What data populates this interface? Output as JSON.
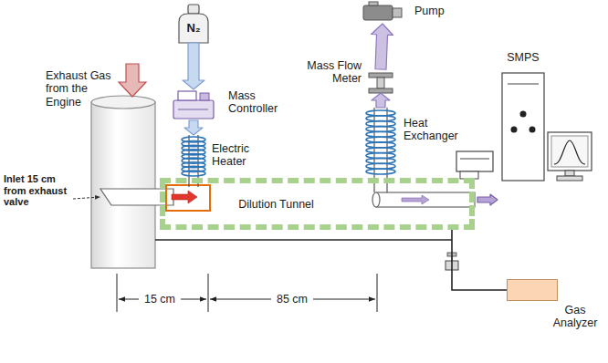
{
  "diagram": {
    "nodes": [
      {
        "text": [
          "N₂"
        ]
      },
      {
        "text": [
          "Mass Controller"
        ]
      },
      {
        "text": [
          "Electric Heater"
        ]
      },
      {
        "text": [
          "Pump"
        ]
      },
      {
        "text": [
          "Mass Flow Meter"
        ]
      },
      {
        "text": [
          "Heat Exchanger"
        ]
      },
      {
        "text": [
          "Dilution Tunnel"
        ]
      },
      {
        "text": [
          "SMPS"
        ]
      },
      {
        "text": [
          "Gas Analyzer"
        ]
      }
    ],
    "edges": [
      {
        "from": 0,
        "to": 1,
        "arrow": "to"
      },
      {
        "from": 1,
        "to": 2,
        "arrow": "to"
      },
      {
        "from": 5,
        "to": 4,
        "arrow": "to"
      },
      {
        "from": 4,
        "to": 3,
        "arrow": "to"
      },
      {
        "from": 6,
        "to": 7,
        "arrow": "to"
      },
      {
        "from": 6,
        "to": 8,
        "arrow": "none"
      }
    ],
    "labels": [
      "Exhaust Gas from the Engine",
      "Inlet 15 cm from exhaust valve",
      "15 cm",
      "85 cm"
    ]
  }
}
